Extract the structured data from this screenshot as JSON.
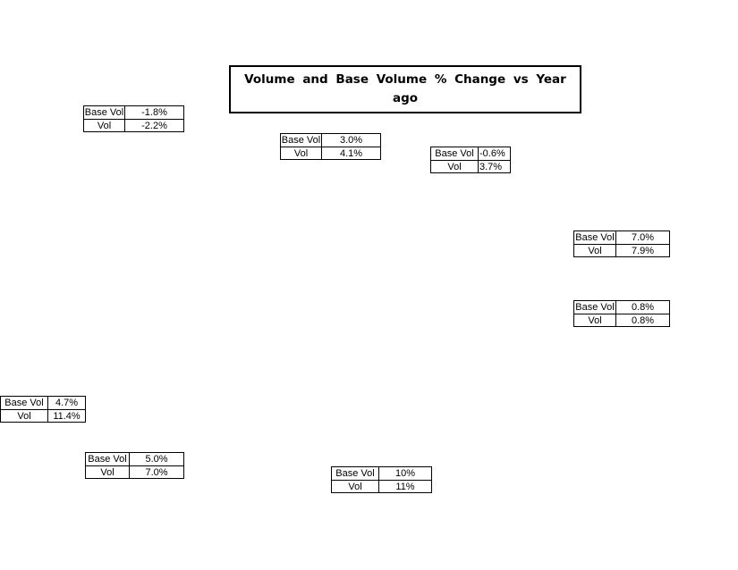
{
  "page": {
    "background": "#ffffff",
    "border_color": "#000000",
    "text_color": "#000000"
  },
  "title": {
    "text": "Volume and Base Volume % Change vs Year ago",
    "lines": [
      "Volume and Base Volume % Change vs Year",
      "ago"
    ]
  },
  "tables": [
    {
      "rows": [
        {
          "label": "Base Vol",
          "value": "-1.8%"
        },
        {
          "label": "Vol",
          "value": "-2.2%"
        }
      ]
    },
    {
      "rows": [
        {
          "label": "Base Vol",
          "value": "3.0%"
        },
        {
          "label": "Vol",
          "value": "4.1%"
        }
      ]
    },
    {
      "rows": [
        {
          "label": "Base Vol",
          "value": "-0.6%"
        },
        {
          "label": "Vol",
          "value": "3.7%"
        }
      ]
    },
    {
      "rows": [
        {
          "label": "Base Vol",
          "value": "7.0%"
        },
        {
          "label": "Vol",
          "value": "7.9%"
        }
      ]
    },
    {
      "rows": [
        {
          "label": "Base Vol",
          "value": "0.8%"
        },
        {
          "label": "Vol",
          "value": "0.8%"
        }
      ]
    },
    {
      "rows": [
        {
          "label": "Base Vol",
          "value": "4.7%"
        },
        {
          "label": "Vol",
          "value": "11.4%"
        }
      ]
    },
    {
      "rows": [
        {
          "label": "Base Vol",
          "value": "5.0%"
        },
        {
          "label": "Vol",
          "value": "7.0%"
        }
      ]
    },
    {
      "rows": [
        {
          "label": "Base Vol",
          "value": "10%"
        },
        {
          "label": "Vol",
          "value": "11%"
        }
      ]
    }
  ],
  "chart_data": {
    "type": "scatter",
    "title": "Volume and Base Volume % Change vs Year ago",
    "series": [
      {
        "name": "Base Vol",
        "values": [
          -1.8,
          3.0,
          -0.6,
          7.0,
          0.8,
          4.7,
          5.0,
          10
        ]
      },
      {
        "name": "Vol",
        "values": [
          -2.2,
          4.1,
          3.7,
          7.9,
          0.8,
          11.4,
          7.0,
          11
        ]
      }
    ],
    "units": "%",
    "axes_visible": false,
    "grid": false,
    "legend": "none",
    "data_label_style": "2-row table per point (Base Vol / Vol)"
  }
}
